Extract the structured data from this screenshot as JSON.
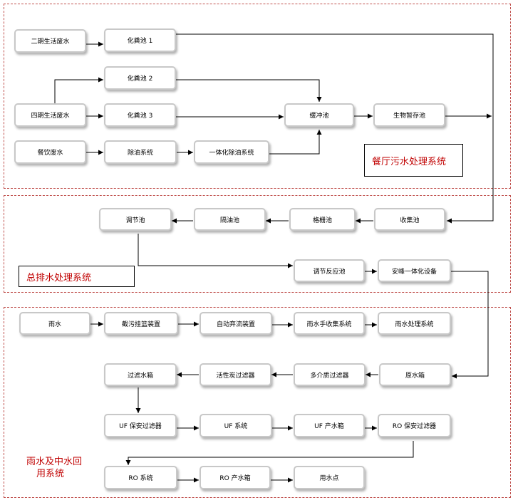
{
  "sections": {
    "restaurant": {
      "title": "餐厅污水处理系统"
    },
    "main_drain": {
      "title": "总排水处理系统"
    },
    "reuse": {
      "title_line1": "雨水及中水回",
      "title_line2": "用系统"
    }
  },
  "nodes": {
    "phase2_waste": "二期生活废水",
    "septic1": "化粪池 1",
    "septic2": "化粪池 2",
    "phase4_waste": "四期生活废水",
    "septic3": "化粪池 3",
    "buffer_tank": "缓冲池",
    "bio_storage": "生物暂存池",
    "kitchen_waste": "餐饮废水",
    "oil_removal": "除油系统",
    "integrated_oil_removal": "一体化除油系统",
    "collection_tank": "收集池",
    "grille_tank": "格栅池",
    "oil_sep_tank": "隔油池",
    "adjust_tank": "调节池",
    "adjust_reaction_tank": "调节反应池",
    "anfeng_integrated": "安峰一体化设备",
    "rainwater": "雨水",
    "intercept_device": "截污挂篮装置",
    "auto_discard_device": "自动弃流装置",
    "rain_collection": "雨水手收集系统",
    "rain_treatment": "雨水处理系统",
    "raw_water_tank": "原水箱",
    "multimedia_filter": "多介质过滤器",
    "carbon_filter": "活性炭过滤器",
    "filter_water_tank": "过滤水箱",
    "uf_security_filter": "UF 保安过滤器",
    "uf_system": "UF 系统",
    "uf_product_tank": "UF 产水箱",
    "ro_security_filter": "RO 保安过滤器",
    "ro_system": "RO 系统",
    "ro_product_tank": "RO 产水箱",
    "water_point": "用水点"
  }
}
